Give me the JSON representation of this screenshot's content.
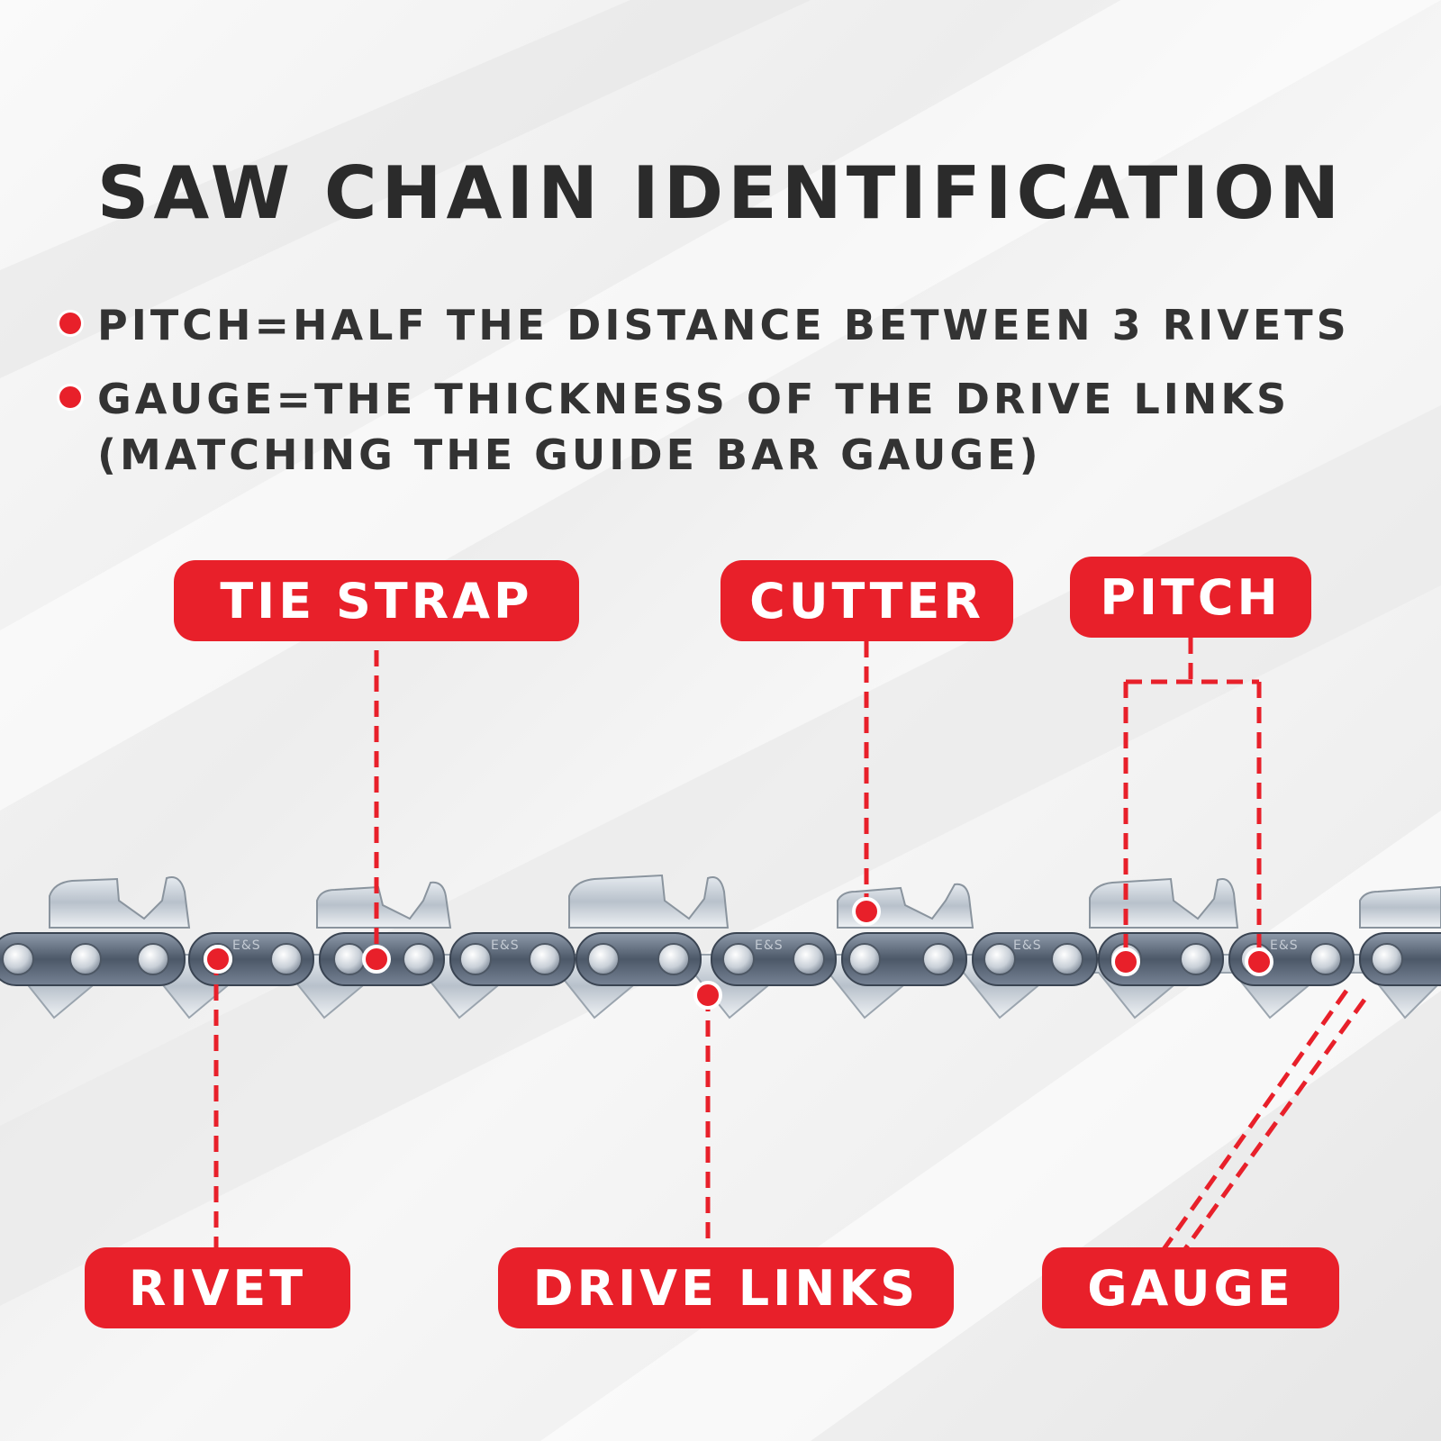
{
  "title": "SAW CHAIN IDENTIFICATION",
  "bullets": [
    "PITCH=HALF THE DISTANCE BETWEEN 3 RIVETS",
    "GAUGE=THE THICKNESS OF THE DRIVE LINKS (MATCHING THE GUIDE BAR GAUGE)"
  ],
  "labels": {
    "tie_strap": "TIE STRAP",
    "cutter": "CUTTER",
    "pitch": "PITCH",
    "rivet": "RIVET",
    "drive_links": "DRIVE LINKS",
    "gauge": "GAUGE"
  },
  "chain_stamp": "E&S",
  "colors": {
    "accent": "#e8202a",
    "title": "#2b2b2b",
    "text": "#333333",
    "chain_dark": "#4a5565",
    "chain_light": "#cfd6de"
  }
}
